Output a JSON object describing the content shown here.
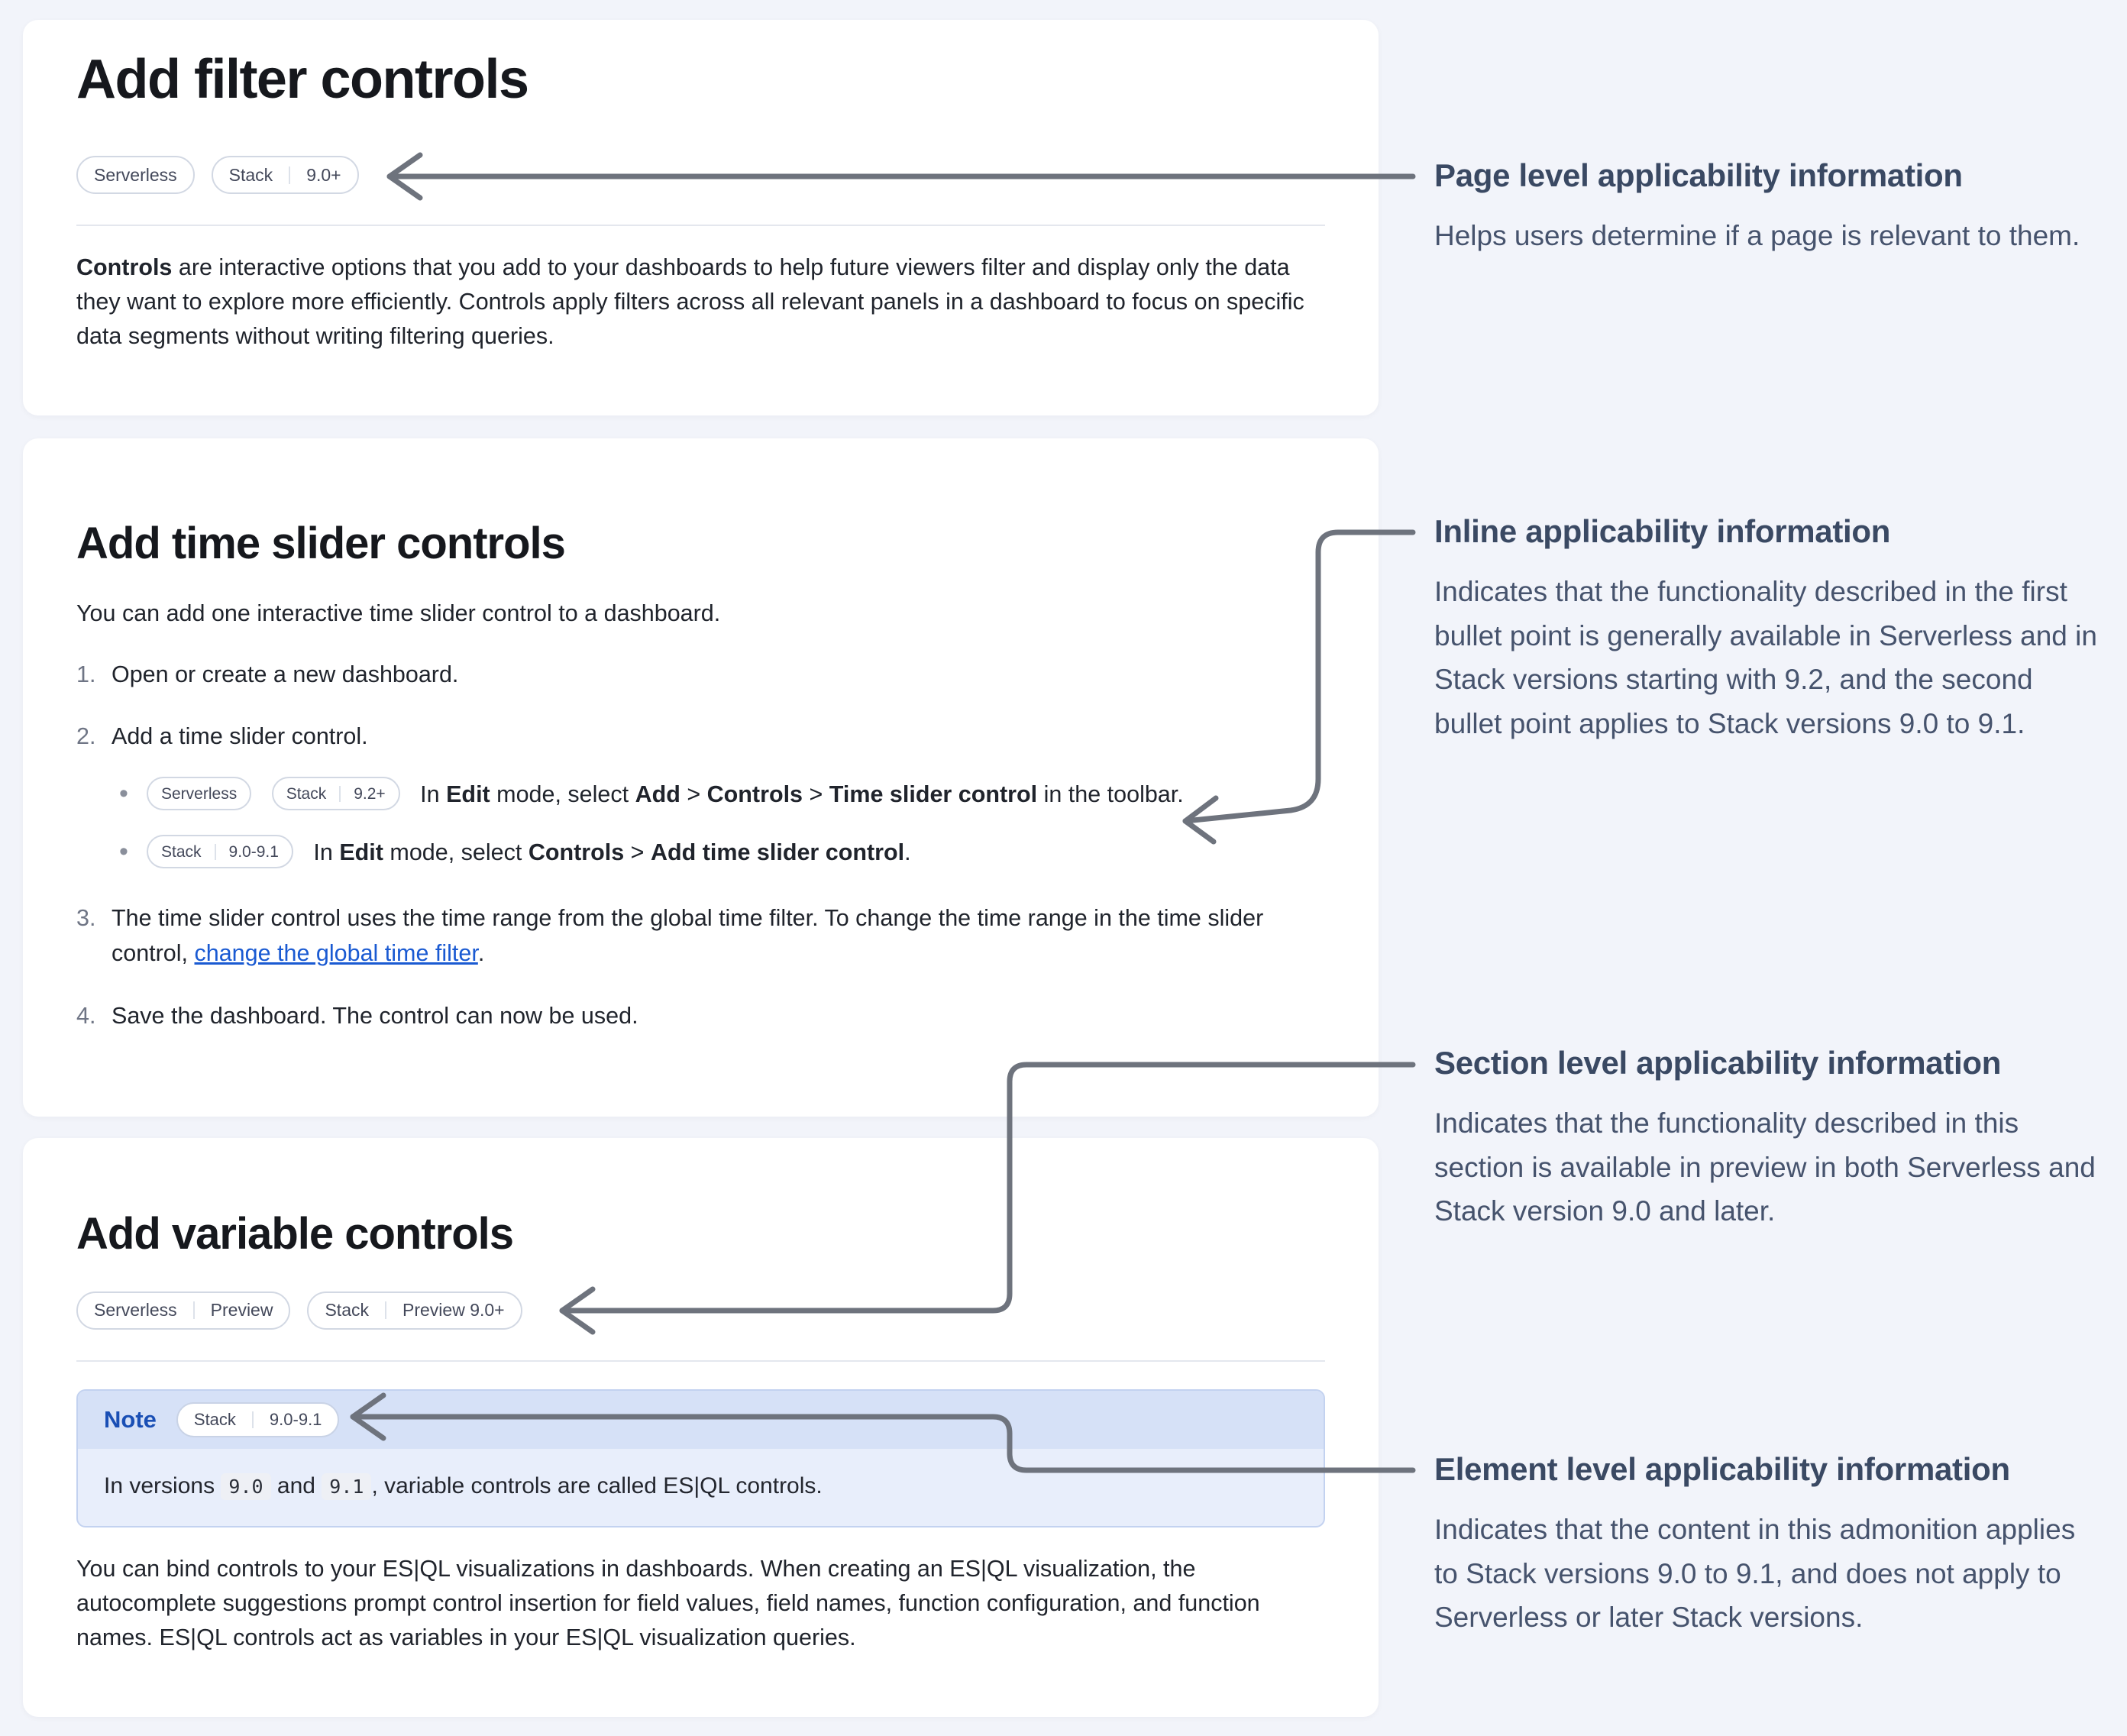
{
  "cards": {
    "filter": {
      "title": "Add filter controls",
      "badges": [
        {
          "segs": [
            "Serverless"
          ]
        },
        {
          "segs": [
            "Stack",
            "9.0+"
          ]
        }
      ],
      "para": {
        "bold": "Controls",
        "rest": " are interactive options that you add to your dashboards to help future viewers filter and display only the data they want to explore more efficiently. Controls apply filters across all relevant panels in a dashboard to focus on specific data segments without writing filtering queries."
      }
    },
    "timeslider": {
      "title": "Add time slider controls",
      "intro": "You can add one interactive time slider control to a dashboard.",
      "steps": {
        "s1": {
          "num": "1.",
          "text": "Open or create a new dashboard."
        },
        "s2": {
          "num": "2.",
          "text": "Add a time slider control."
        },
        "s3": {
          "num": "3.",
          "pre": "The time slider control uses the time range from the global time filter. To change the time range in the time slider control, ",
          "link": "change the global time filter",
          "post": "."
        },
        "s4": {
          "num": "4.",
          "text": "Save the dashboard. The control can now be used."
        }
      },
      "bullet1": {
        "badges": [
          {
            "segs": [
              "Serverless"
            ]
          },
          {
            "segs": [
              "Stack",
              "9.2+"
            ]
          }
        ],
        "runs": {
          "r0": "In ",
          "r1": "Edit",
          "r2": " mode, select ",
          "r3": "Add",
          "r4": " > ",
          "r5": "Controls",
          "r6": " > ",
          "r7": "Time slider control",
          "r8": " in the toolbar."
        }
      },
      "bullet2": {
        "badges": [
          {
            "segs": [
              "Stack",
              "9.0-9.1"
            ]
          }
        ],
        "runs": {
          "r0": "In ",
          "r1": "Edit",
          "r2": " mode, select ",
          "r3": "Controls",
          "r4": " > ",
          "r5": "Add time slider control",
          "r6": "."
        }
      }
    },
    "variable": {
      "title": "Add variable controls",
      "badges": [
        {
          "segs": [
            "Serverless",
            "Preview"
          ]
        },
        {
          "segs": [
            "Stack",
            "Preview 9.0+"
          ]
        }
      ],
      "note": {
        "label": "Note",
        "badge": {
          "segs": [
            "Stack",
            "9.0-9.1"
          ]
        },
        "body": {
          "r0": "In versions ",
          "code1": "9.0",
          "r1": " and ",
          "code2": "9.1",
          "r2": ", variable controls are called ES|QL controls."
        }
      },
      "para": "You can bind controls to your ES|QL visualizations in dashboards. When creating an ES|QL visualization, the autocomplete suggestions prompt control insertion for field values, field names, function configuration, and function names. ES|QL controls act as variables in your ES|QL visualization queries."
    }
  },
  "annotations": {
    "page_level": {
      "title": "Page level applicability information",
      "body": "Helps users determine if a page is relevant to them."
    },
    "inline": {
      "title": "Inline applicability information",
      "body": "Indicates that the functionality described in the first bullet point is generally available in Serverless and in Stack versions starting with 9.2, and the second bullet point applies to Stack versions 9.0 to 9.1."
    },
    "section_level": {
      "title": "Section level applicability information",
      "body": "Indicates that the functionality described in this section is available in preview in both Serverless and Stack version 9.0 and later."
    },
    "element_level": {
      "title": "Element level applicability information",
      "body": "Indicates that the content in this admonition applies to Stack versions 9.0 to 9.1, and does not apply to Serverless or later Stack versions."
    }
  }
}
